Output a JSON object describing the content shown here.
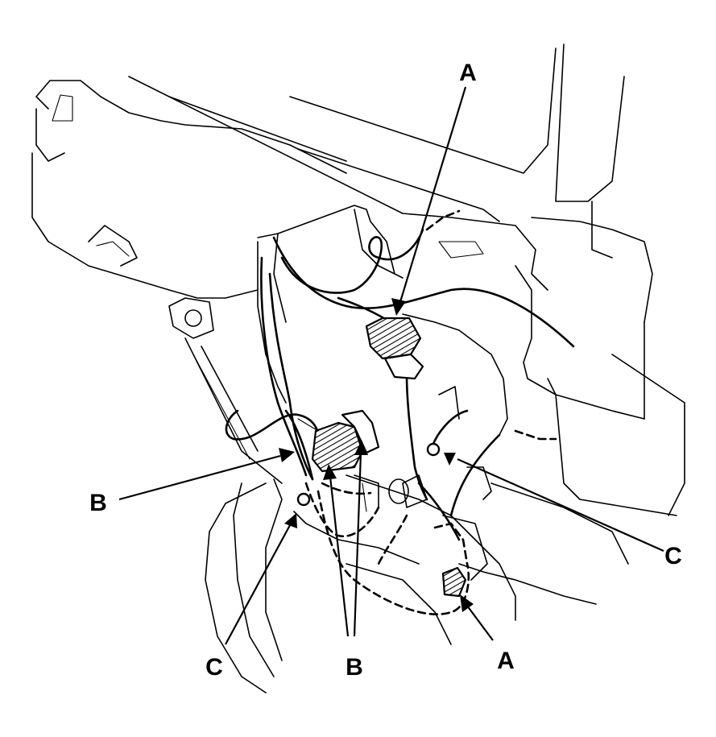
{
  "callouts": {
    "a_top": "A",
    "a_bottom": "A",
    "b_left": "B",
    "b_bottom": "B",
    "c_left": "C",
    "c_right": "C"
  }
}
